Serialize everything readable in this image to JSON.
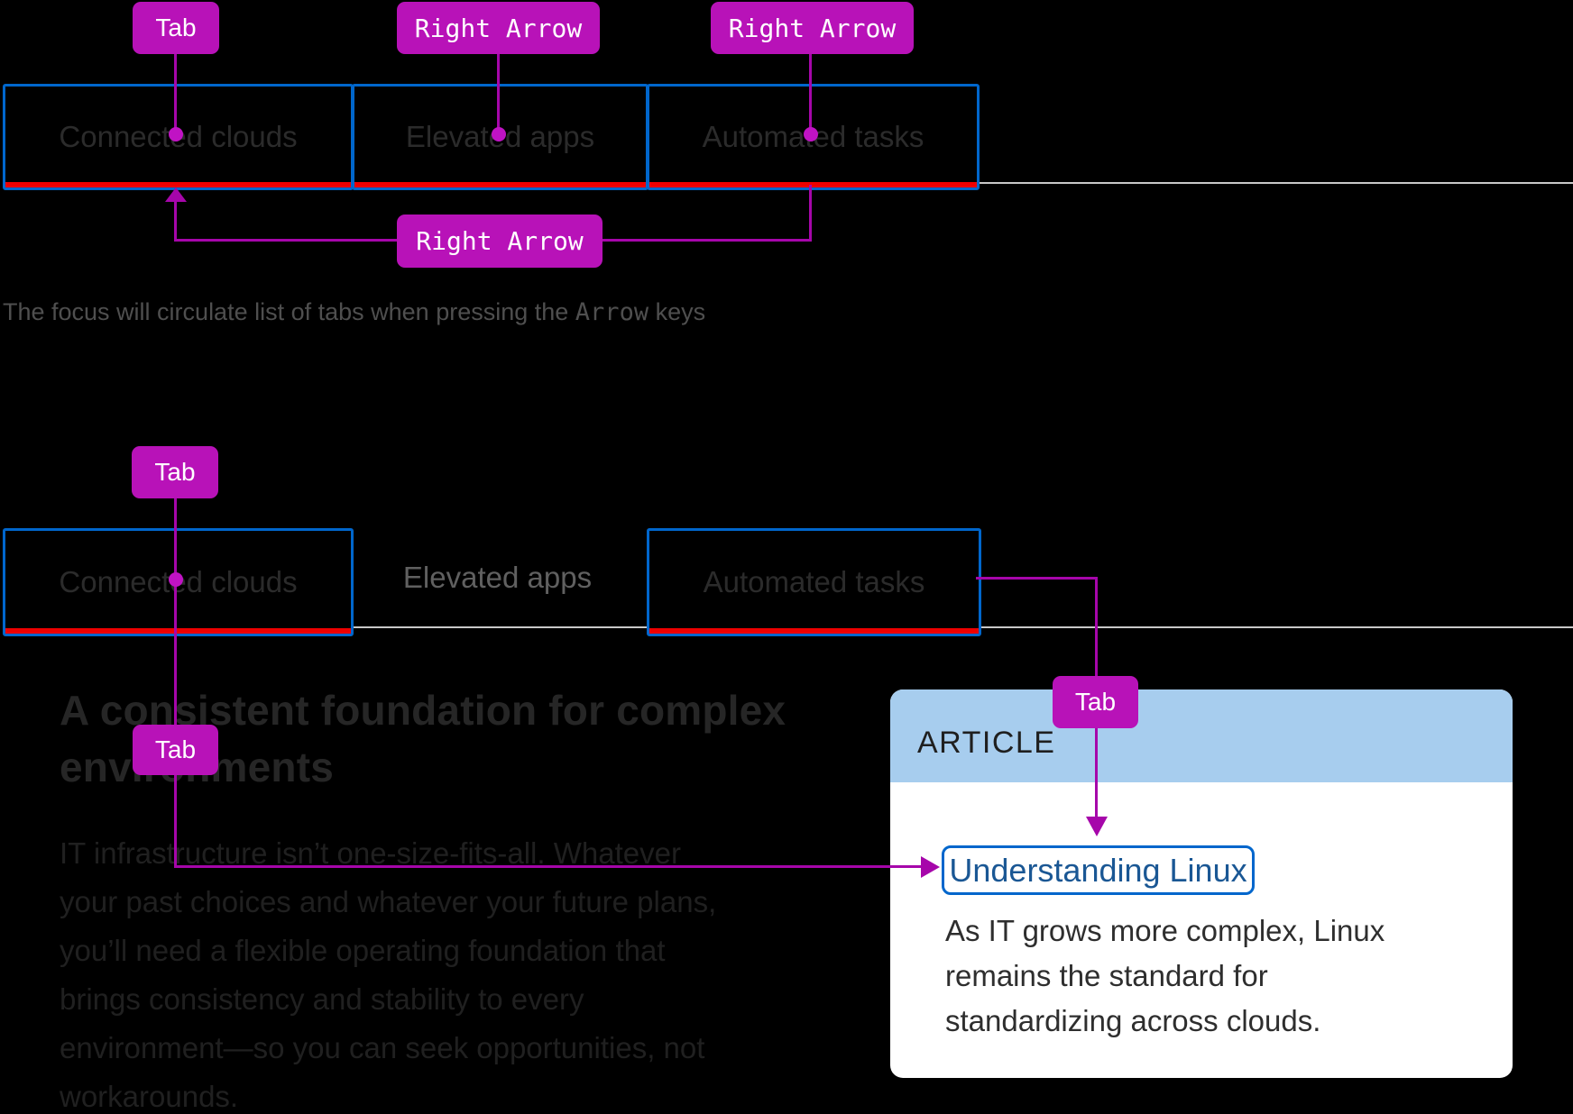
{
  "colors": {
    "annotation_chip_magenta": "#b812b8",
    "connector_magenta": "#a606aa",
    "focus_ring_blue": "#0066cc",
    "active_tab_red": "#ee0000",
    "tab_rule_gray": "#c8c8c8",
    "card_header_blue": "#a7cdee",
    "link_text_blue": "#1a5794",
    "background": "#000000"
  },
  "diagram_circulate": {
    "annotations": {
      "tab_key": "Tab",
      "right_arrow_key_1": "Right Arrow",
      "right_arrow_key_2": "Right Arrow",
      "right_arrow_key_loop": "Right Arrow"
    },
    "tabs": [
      {
        "label": "Connected clouds"
      },
      {
        "label": "Elevated apps"
      },
      {
        "label": "Automated tasks"
      }
    ],
    "caption": {
      "prefix": "The focus will circulate list of tabs when pressing the ",
      "key_word": "Arrow",
      "suffix": " keys"
    }
  },
  "diagram_tab_flow": {
    "annotations": {
      "tab_key_start": "Tab",
      "tab_key_content": "Tab",
      "tab_key_card": "Tab"
    },
    "tabs": [
      {
        "label": "Connected clouds"
      },
      {
        "label": "Elevated apps"
      },
      {
        "label": "Automated tasks"
      }
    ],
    "page_content": {
      "heading_lines": [
        "A consistent foundation for complex",
        "environments"
      ],
      "body_lines": [
        "IT infrastructure isn’t one-size-fits-all. Whatever",
        "your past choices and whatever your future plans,",
        "you’ll need a flexible operating foundation that",
        "brings consistency and stability to every",
        "environment—so you can seek opportunities, not",
        "workarounds."
      ]
    },
    "card": {
      "eyebrow": "ARTICLE",
      "link_label": "Understanding Linux",
      "body_lines": [
        "As IT grows more complex, Linux",
        "remains the standard for",
        "standardizing across clouds."
      ]
    }
  }
}
